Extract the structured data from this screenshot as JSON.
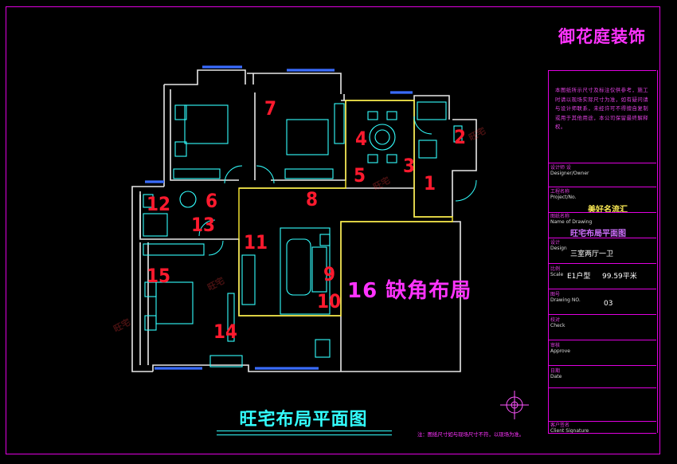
{
  "company": "御花庭装饰",
  "notes": "本图纸所示尺寸及标注仅供参考，施工时请以现场实际尺寸为准，如有疑问请与设计师联系，未经许可不得擅自复制或用于其他用途，本公司保留最终解释权。",
  "title_block": {
    "designer_label": "设计师 设",
    "designer_label_en": "Designer/Owner",
    "project_label": "工程名称",
    "project_label_en": "Project/No.",
    "project_value": "美好名流汇",
    "drawing_label": "图纸名称",
    "drawing_label_en": "Name of Drawing",
    "drawing_value": "旺宅布局平面图",
    "design_label": "设计",
    "design_label_en": "Design",
    "design_value": "三室两厅一卫",
    "scale_label": "比例",
    "scale_label_en": "Scale",
    "unit_type": "E1户型",
    "area": "99.59平米",
    "dwg_label": "图号",
    "dwg_label_en": "Drawing NO.",
    "dwg_value": "03",
    "check_label": "校对",
    "check_label_en": "Check",
    "approve_label": "审核",
    "approve_label_en": "Approve",
    "date_label": "日期",
    "date_label_en": "Date",
    "sign_label": "客户签名",
    "sign_label_en": "Client Signature"
  },
  "room_numbers": [
    "1",
    "2",
    "3",
    "4",
    "5",
    "6",
    "7",
    "8",
    "9",
    "10",
    "11",
    "12",
    "13",
    "14",
    "15"
  ],
  "missing_corner": "16 缺角布局",
  "plan_title": "旺宅布局平面图",
  "footnote": "注：图纸尺寸如与现场尺寸不符，以现场为准。",
  "watermark": "旺宅"
}
